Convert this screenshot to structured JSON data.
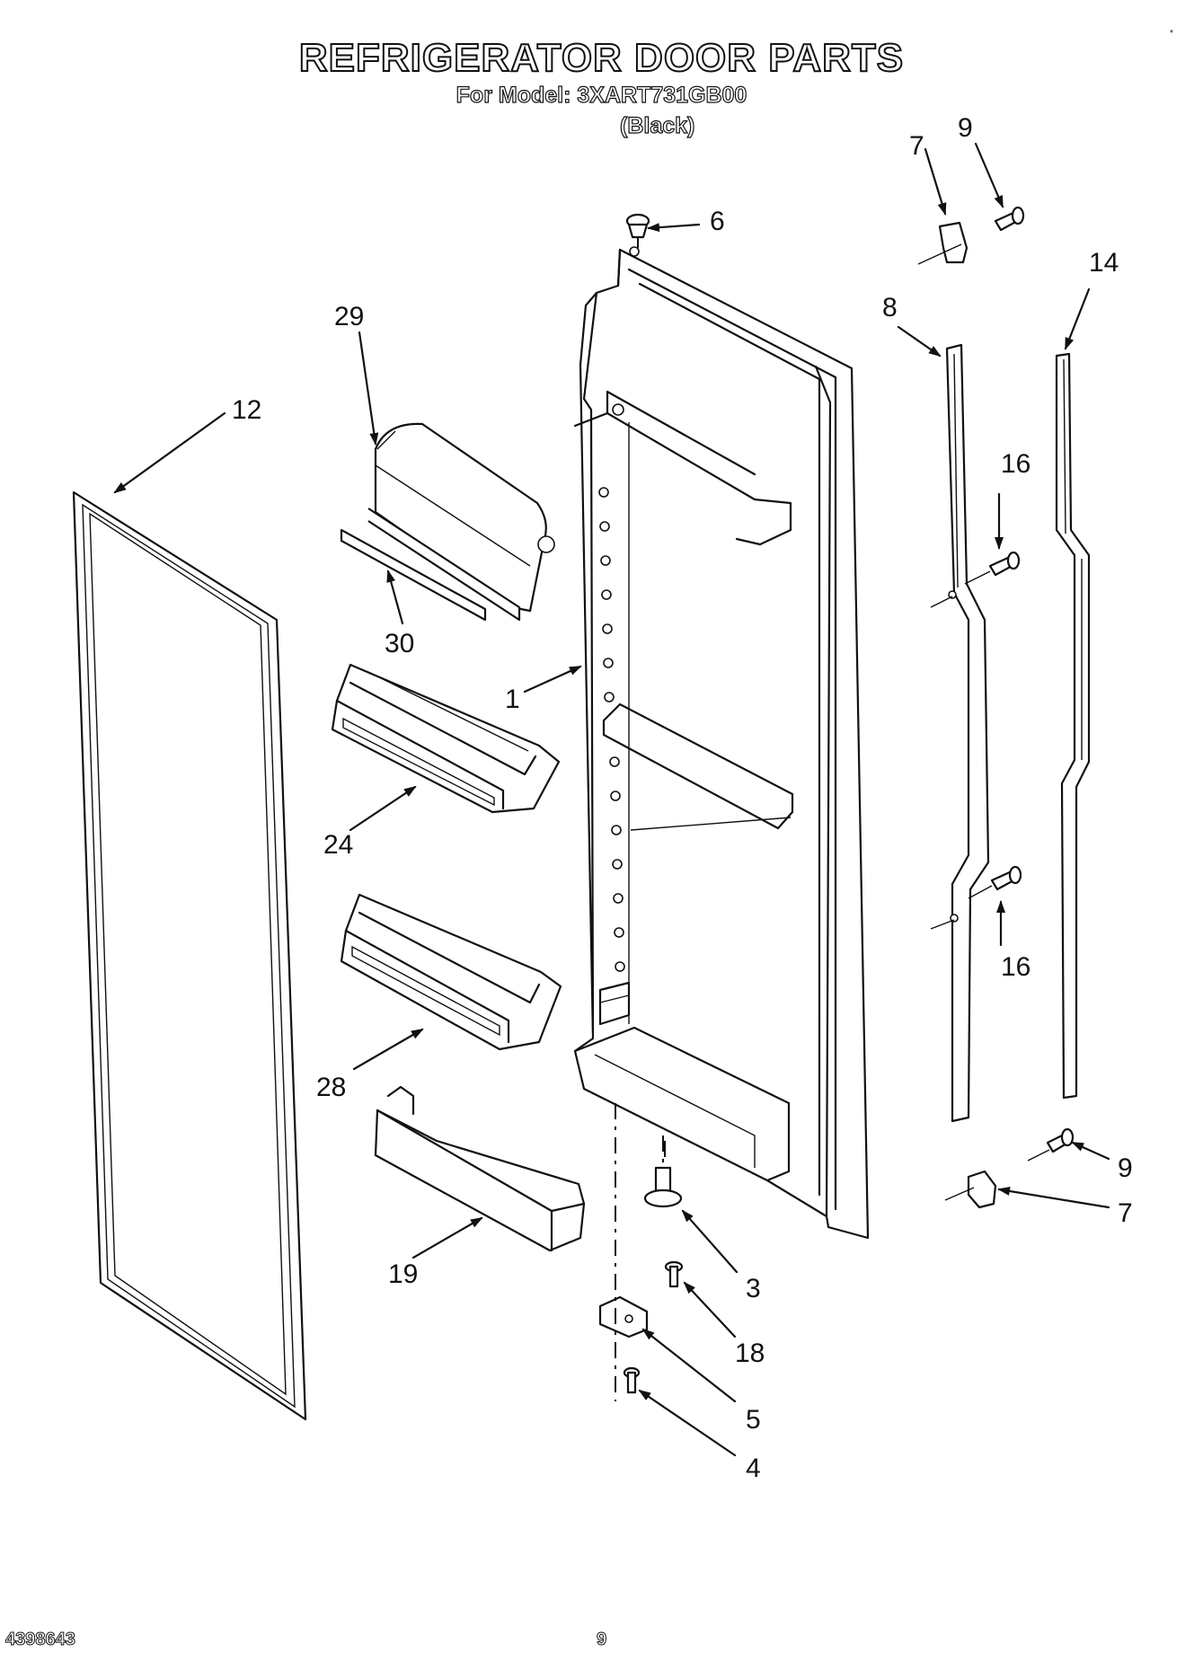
{
  "header": {
    "title": "REFRIGERATOR DOOR PARTS",
    "model_line": "For Model: 3XART731GB00",
    "variant": "(Black)"
  },
  "footer": {
    "document_number": "4398643",
    "page_number": "9"
  },
  "corner_mark": "*",
  "callouts": {
    "c1": "1",
    "c3": "3",
    "c4": "4",
    "c5": "5",
    "c6": "6",
    "c7_top": "7",
    "c7_bottom": "7",
    "c8": "8",
    "c9_top": "9",
    "c9_bottom": "9",
    "c12": "12",
    "c14": "14",
    "c16_top": "16",
    "c16_bottom": "16",
    "c18": "18",
    "c19": "19",
    "c24": "24",
    "c28": "28",
    "c29": "29",
    "c30": "30"
  }
}
